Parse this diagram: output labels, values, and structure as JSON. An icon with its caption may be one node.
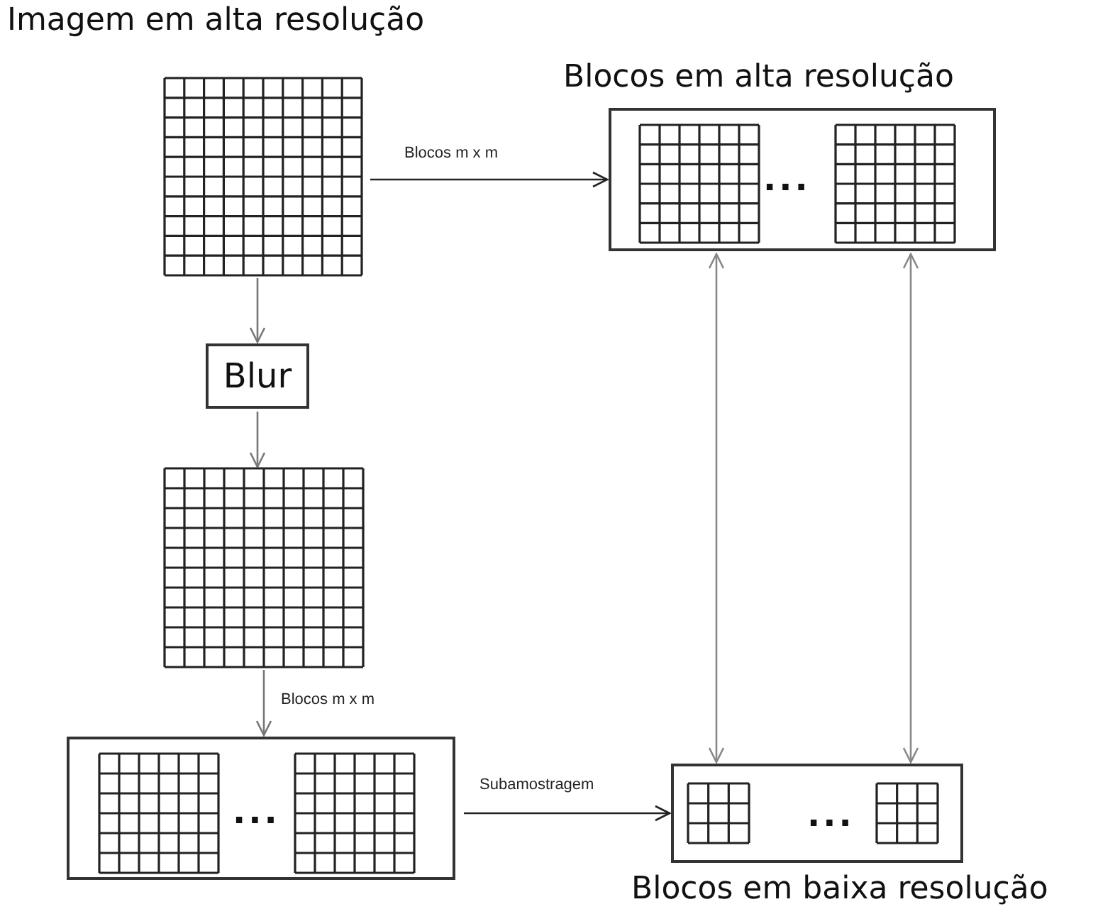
{
  "diagram": {
    "nodes": [
      {
        "text": [
          "Imagem em alta resolução"
        ]
      },
      {
        "text": [
          "Blocos em alta resolução"
        ]
      },
      {
        "text": [],
        "shape": "grid",
        "in": 1
      },
      {
        "text": [],
        "shape": "grid",
        "in": 1
      },
      {
        "text": [
          "Blur"
        ]
      },
      {
        "text": [],
        "shape": "grid"
      },
      {
        "text": [],
        "shape": "box"
      },
      {
        "text": [],
        "shape": "grid",
        "in": 6
      },
      {
        "text": [],
        "shape": "grid",
        "in": 6
      },
      {
        "text": [
          "Blocos em baixa resolução"
        ]
      },
      {
        "text": [],
        "shape": "grid",
        "in": 9
      },
      {
        "text": [],
        "shape": "grid",
        "in": 9
      }
    ],
    "edges": [
      {
        "from": 0,
        "to": 1,
        "arrow": "to",
        "label": "Blocos  m x m"
      },
      {
        "from": 0,
        "to": 4,
        "arrow": "to",
        "color": "#777777"
      },
      {
        "from": 4,
        "to": 5,
        "arrow": "to",
        "color": "#777777"
      },
      {
        "from": 5,
        "to": 6,
        "arrow": "to",
        "label": "Blocos  m x m",
        "color": "#777777"
      },
      {
        "from": 6,
        "to": 9,
        "arrow": "to",
        "label": "Subamostragem"
      },
      {
        "from": 1,
        "to": 9,
        "arrow": "both",
        "color": "#888888"
      },
      {
        "from": 1,
        "to": 9,
        "arrow": "both",
        "color": "#888888"
      }
    ],
    "labels": [
      "...",
      "...",
      "..."
    ]
  }
}
